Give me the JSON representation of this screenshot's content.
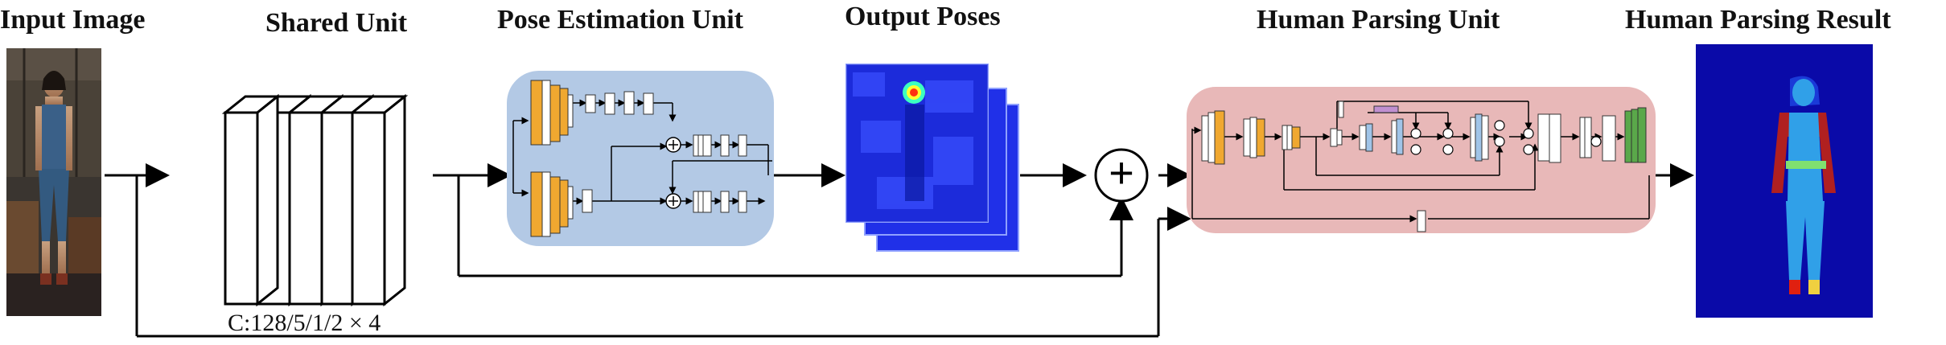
{
  "labels": {
    "input_image": "Input Image",
    "shared_unit": "Shared Unit",
    "pose_unit": "Pose Estimation Unit",
    "output_poses": "Output Poses",
    "parsing_unit": "Human Parsing Unit",
    "parsing_result": "Human Parsing Result"
  },
  "shared_unit_config": "C:128/5/1/2 × 4",
  "plus_symbol": "+",
  "colors": {
    "pose_panel": "#b3c9e5",
    "parsing_panel": "#e8b8b8",
    "layer_orange": "#f0a830",
    "layer_blue": "#a0c4e8",
    "layer_green": "#5aa84a",
    "heatmap_blue": "#2030e8",
    "parse_background": "#0a0aa8",
    "parse_skin": "#30a0e8",
    "parse_dark_red": "#b02020",
    "parse_red": "#e02010",
    "parse_lime": "#80e070",
    "parse_yellow": "#f0d040"
  }
}
